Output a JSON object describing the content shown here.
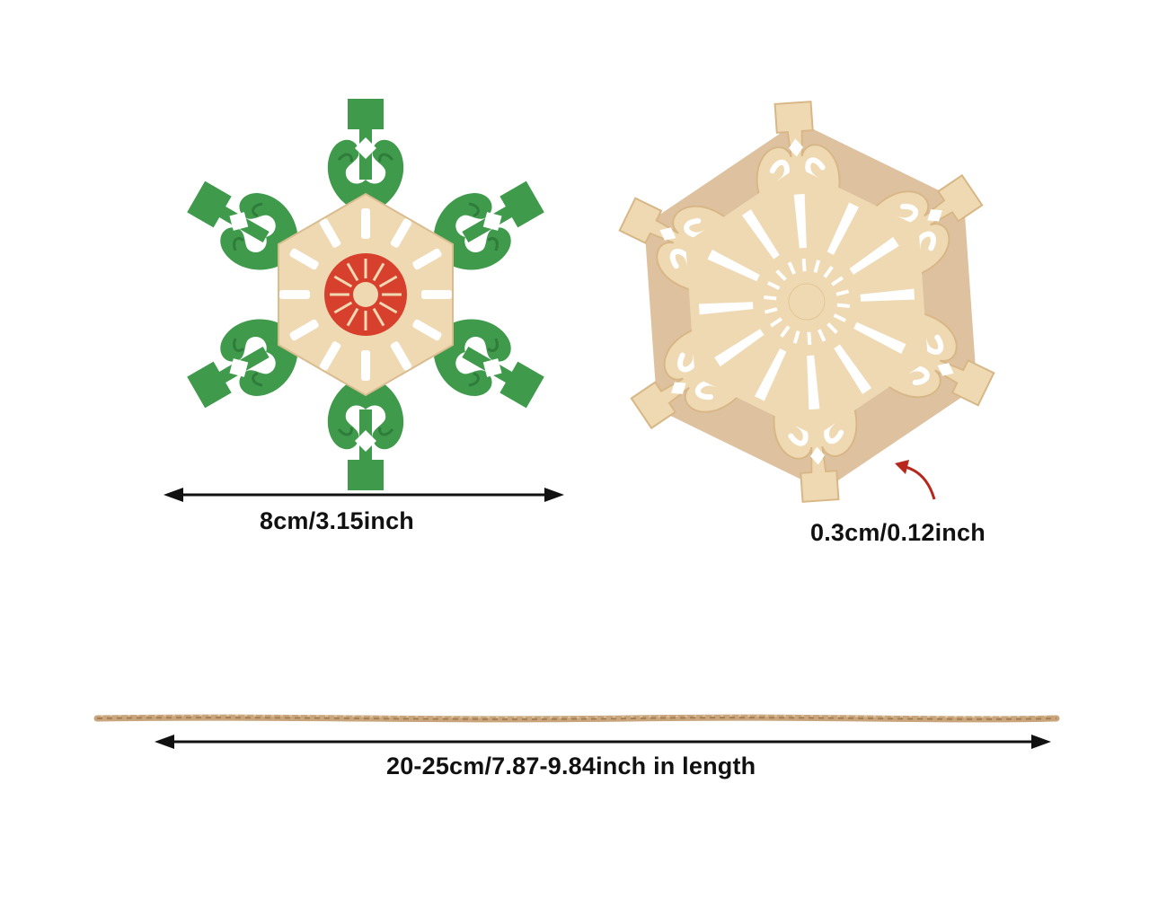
{
  "labels": {
    "diameter": "8cm/3.15inch",
    "thickness": "0.3cm/0.12inch",
    "string_length": "20-25cm/7.87-9.84inch in length"
  },
  "colors": {
    "background": "#ffffff",
    "painted_green": "#3f9a4c",
    "painted_red": "#d8402e",
    "natural_wood": "#efd9b2",
    "wood_edge": "#c99a62",
    "twine": "#c8a57c",
    "arrow_dark": "#111111",
    "pointer_red": "#b8271c"
  },
  "icons": {
    "dimension_arrow": "double-headed-arrow-icon",
    "pointer_arrow": "curved-arrow-icon"
  }
}
